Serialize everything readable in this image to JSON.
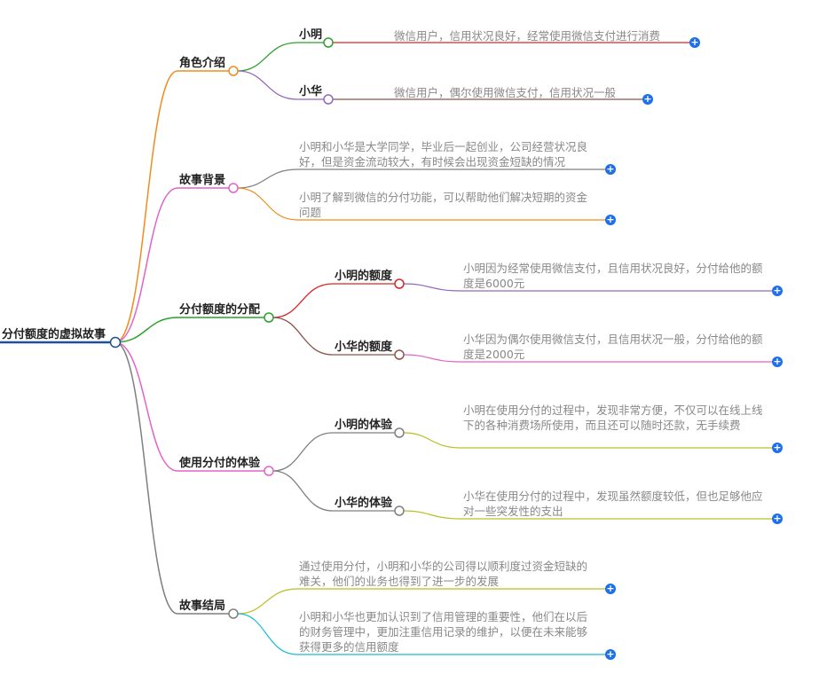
{
  "root": "分付额度的虚拟故事",
  "branches": [
    {
      "label": "角色介绍",
      "children": [
        {
          "label": "小明",
          "leaves": [
            "微信用户，信用状况良好，经常使用微信支付进行消费"
          ]
        },
        {
          "label": "小华",
          "leaves": [
            "微信用户，偶尔使用微信支付，信用状况一般"
          ]
        }
      ]
    },
    {
      "label": "故事背景",
      "leaves": [
        "小明和小华是大学同学，毕业后一起创业，公司经营状况良好，但是资金流动较大，有时候会出现资金短缺的情况",
        "小明了解到微信的分付功能，可以帮助他们解决短期的资金问题"
      ]
    },
    {
      "label": "分付额度的分配",
      "children": [
        {
          "label": "小明的额度",
          "leaves": [
            "小明因为经常使用微信支付，且信用状况良好，分付给他的额度是6000元"
          ]
        },
        {
          "label": "小华的额度",
          "leaves": [
            "小华因为偶尔使用微信支付，且信用状况一般，分付给他的额度是2000元"
          ]
        }
      ]
    },
    {
      "label": "使用分付的体验",
      "children": [
        {
          "label": "小明的体验",
          "leaves": [
            "小明在使用分付的过程中，发现非常方便，不仅可以在线上线下的各种消费场所使用，而且还可以随时还款，无手续费"
          ]
        },
        {
          "label": "小华的体验",
          "leaves": [
            "小华在使用分付的过程中，发现虽然额度较低，但也足够他应对一些突发性的支出"
          ]
        }
      ]
    },
    {
      "label": "故事结局",
      "leaves": [
        "通过使用分付，小明和小华的公司得以顺利度过资金短缺的难关，他们的业务也得到了进一步的发展",
        "小明和小华也更加认识到了信用管理的重要性，他们在以后的财务管理中，更加注重信用记录的维护，以便在未来能够获得更多的信用额度"
      ]
    }
  ],
  "expand_symbol": "+",
  "colors": {
    "branch_role": "#f08c1e",
    "branch_background": "#e064c8",
    "branch_allocation": "#2ca02c",
    "branch_experience": "#e064c8",
    "branch_ending": "#7f7f7f",
    "root_underline": "#1f4e9c",
    "expand_button": "#1f6feb"
  }
}
